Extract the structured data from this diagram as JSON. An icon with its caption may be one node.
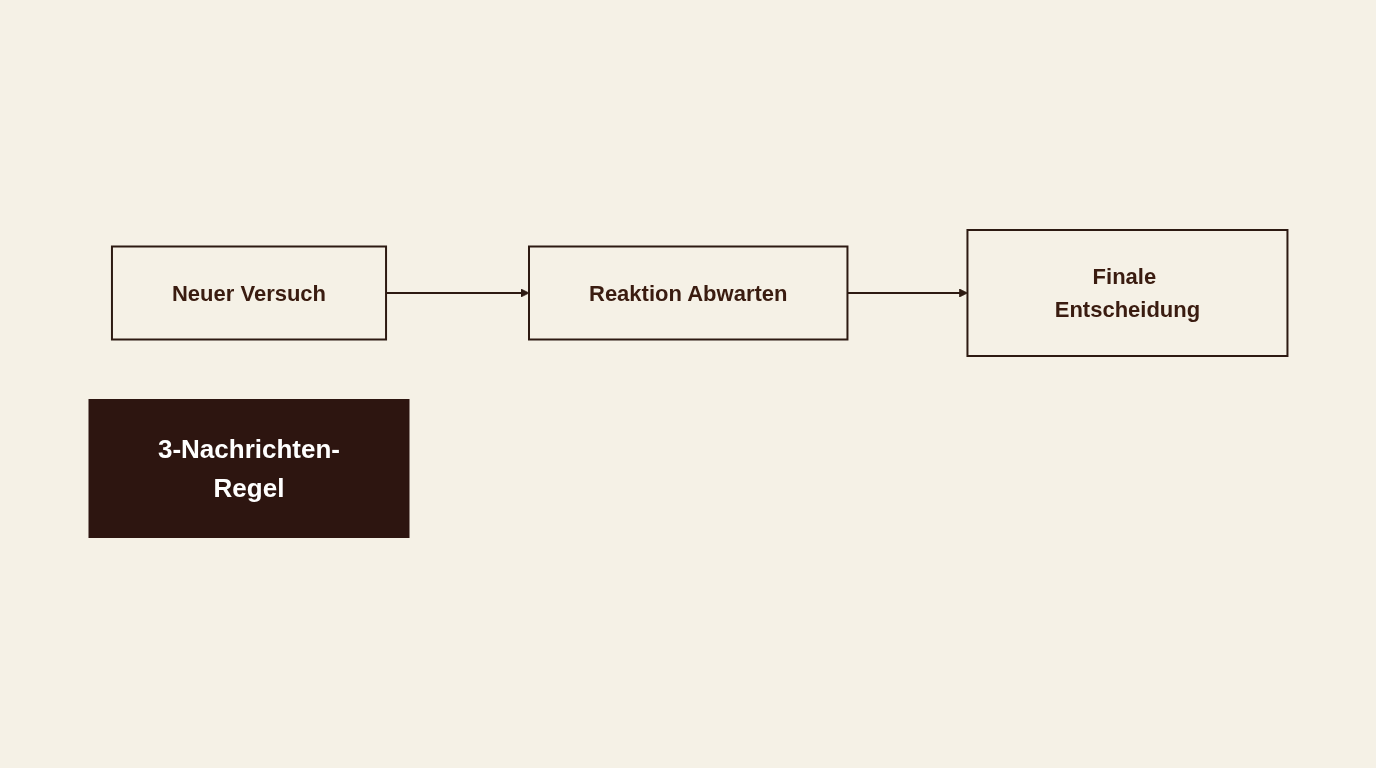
{
  "diagram": {
    "nodes": [
      {
        "text": [
          "Neuer Versuch"
        ]
      },
      {
        "text": [
          "Reaktion Abwarten"
        ]
      },
      {
        "text": [
          "Finale Entscheidung"
        ]
      },
      {
        "text": [
          "3-Nachrichten-Regel"
        ]
      }
    ],
    "edges": [
      {
        "from": 0,
        "to": 1,
        "arrow": "to"
      },
      {
        "from": 1,
        "to": 2,
        "arrow": "to"
      }
    ]
  }
}
